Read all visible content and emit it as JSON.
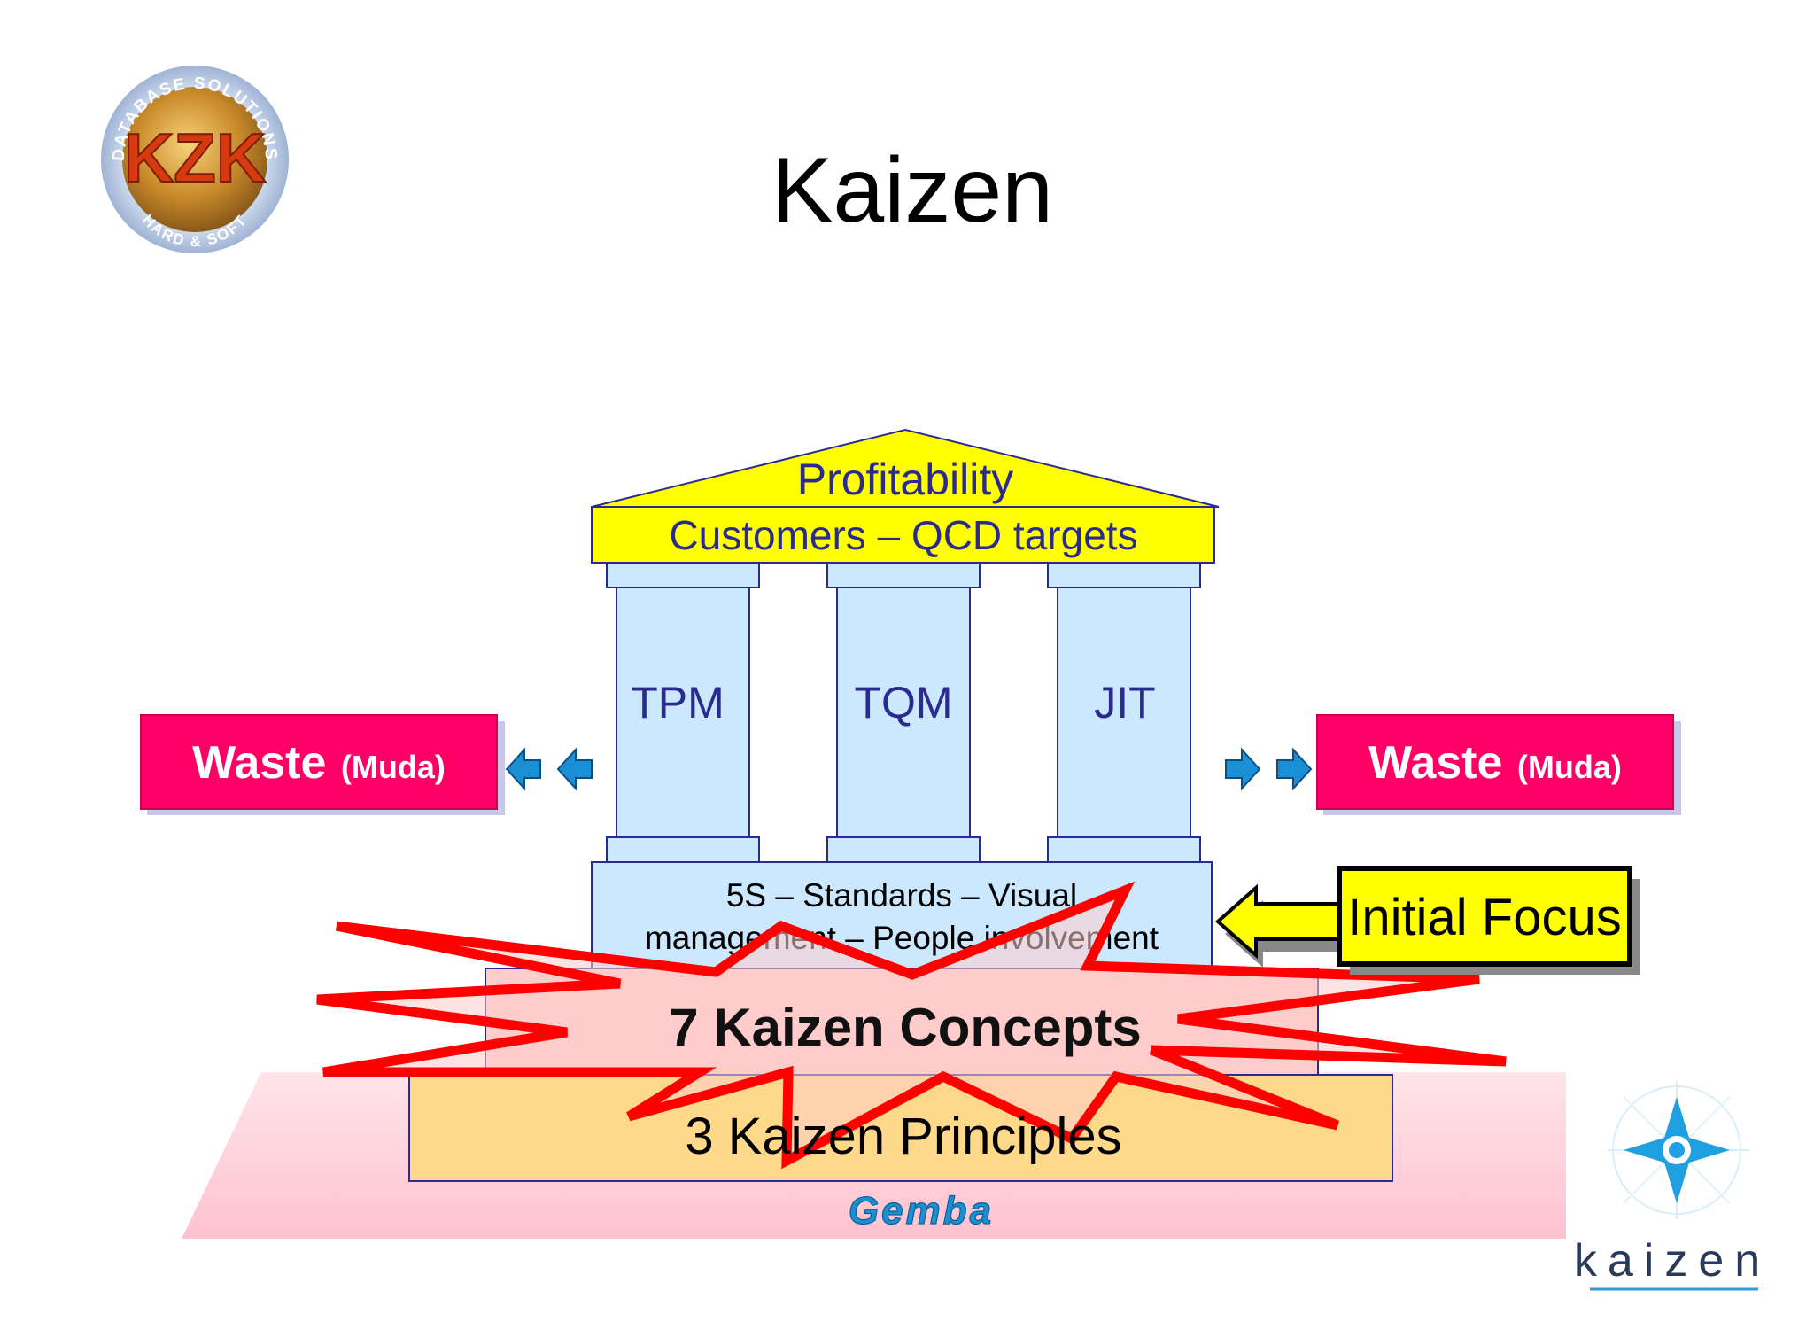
{
  "slide": {
    "title": "Kaizen"
  },
  "logo_left": {
    "top_arc_text": "DATABASE SOLUTIONS",
    "bottom_arc_text": "HARD & SOFT",
    "monogram": "KZK"
  },
  "logo_right": {
    "wordmark": "kaizen"
  },
  "temple": {
    "roof_label": "Profitability",
    "beam_label": "Customers – QCD targets",
    "pillars": [
      "TPM",
      "TQM",
      "JIT"
    ],
    "foundation_line1": "5S – Standards – Visual",
    "foundation_line2": "management – People involvement",
    "concepts_label": "7 Kaizen Concepts",
    "principles_label": "3 Kaizen Principles",
    "ground_label": "Gemba"
  },
  "waste_left": {
    "main": "Waste",
    "sub": "(Muda)"
  },
  "waste_right": {
    "main": "Waste",
    "sub": "(Muda)"
  },
  "initial_focus": {
    "label": "Initial Focus"
  },
  "colors": {
    "yellow": "#ffff00",
    "pillar_blue": "#cce8ff",
    "navy": "#2b2b8f",
    "waste_pink": "#ff0066",
    "starburst_red": "#ff0000",
    "starburst_fill": "#ffcccc",
    "principles_orange": "#ffd98a",
    "gemba_blue": "#1a90d0",
    "arrow_blue": "#1a8fd6"
  }
}
